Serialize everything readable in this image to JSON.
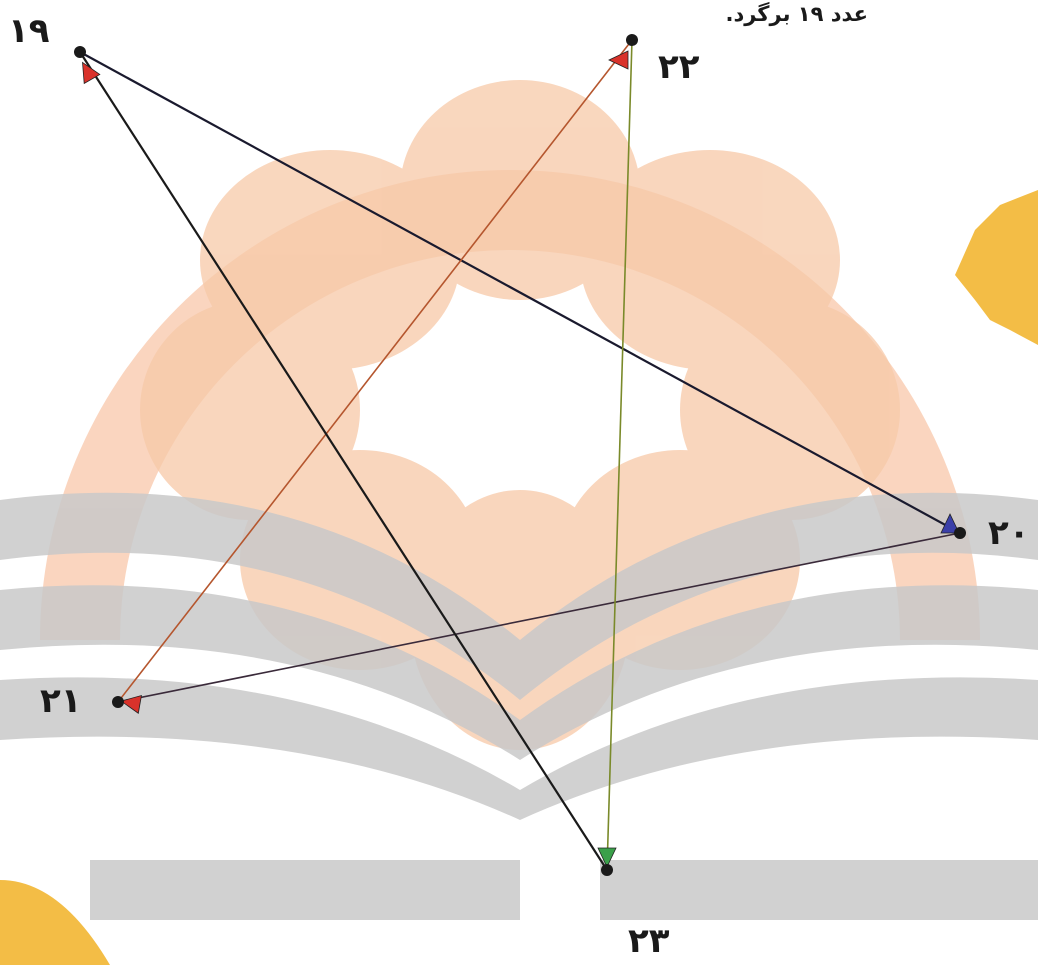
{
  "instruction": "عدد ۱۹ برگرد.",
  "points": [
    {
      "id": "p19",
      "label": "۱۹"
    },
    {
      "id": "p20",
      "label": "۲۰"
    },
    {
      "id": "p21",
      "label": "۲۱"
    },
    {
      "id": "p22",
      "label": "۲۲"
    },
    {
      "id": "p23",
      "label": "۲۳"
    }
  ],
  "segments": [
    {
      "from": "19",
      "to": "20",
      "color": "#1a1a2e"
    },
    {
      "from": "20",
      "to": "21",
      "color": "#3a2a3a"
    },
    {
      "from": "21",
      "to": "22",
      "color": "#b5562e"
    },
    {
      "from": "22",
      "to": "23",
      "color": "#7a8a2a"
    },
    {
      "from": "23",
      "to": "19",
      "color": "#1a1a1a"
    }
  ],
  "colors": {
    "watermark_orange": "#f7c9a8",
    "watermark_orange_strong": "#f6b38a",
    "watermark_gray": "#c9c9c9",
    "arrow_red": "#d9322b",
    "arrow_blue": "#3b3fa8",
    "arrow_green": "#3aa04a",
    "leaf_yellow": "#f2b632"
  }
}
